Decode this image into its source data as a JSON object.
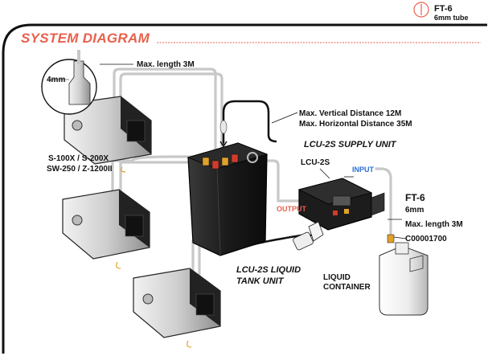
{
  "header": {
    "title": "SYSTEM DIAGRAM",
    "tube_code": "FT-6",
    "tube_desc": "6mm tube"
  },
  "labels": {
    "nozzle_size": "4mm",
    "max_length_top": "Max. length 3M",
    "max_vertical": "Max. Vertical Distance 12M",
    "max_horizontal": "Max. Horizontal Distance 35M",
    "supply_unit": "LCU-2S SUPPLY UNIT",
    "lcu_model": "LCU-2S",
    "input": "INPUT",
    "output": "OUTPUT",
    "ft6": "FT-6",
    "ft6_size": "6mm",
    "max_length_right": "Max. length 3M",
    "part_code": "C00001700",
    "models_line1": "S-100X / S-200X",
    "models_line2": "SW-250 / Z-1200II",
    "tank_line1": "LCU-2S LIQUID",
    "tank_line2": "TANK UNIT",
    "container_line1": "LIQUID",
    "container_line2": "CONTAINER"
  },
  "colors": {
    "accent": "#e8604c",
    "tube": "#c8c8c8",
    "body_dark": "#1c1c1c",
    "cap_red": "#d43a2a",
    "cap_gold": "#e0a22a"
  }
}
